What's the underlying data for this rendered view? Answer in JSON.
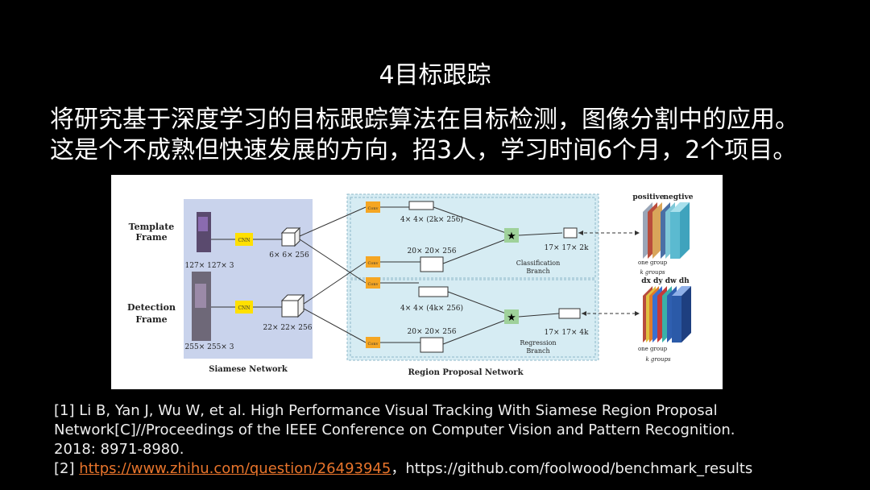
{
  "slide": {
    "title": "4目标跟踪",
    "body_lines": [
      "将研究基于深度学习的目标跟踪算法在目标检测，图像分割中的应用。",
      "这是个不成熟但快速发展的方向，招3人，学习时间6个月，2个项目。"
    ]
  },
  "figure": {
    "template_frame": "Template Frame",
    "template_frame_l1": "Template",
    "template_frame_l2": "Frame",
    "detection_frame_l1": "Detection",
    "detection_frame_l2": "Frame",
    "template_size": "127× 127× 3",
    "detection_size": "255× 255× 3",
    "cnn": "CNN",
    "template_feat": "6× 6× 256",
    "detection_feat": "22× 22× 256",
    "siamese_network": "Siamese Network",
    "conv": "Conv",
    "cls_top": "4× 4× (2k× 256)",
    "cls_bottom": "20× 20× 256",
    "cls_out": "17× 17× 2k",
    "classification_branch_l1": "Classification",
    "classification_branch_l2": "Branch",
    "reg_top": "4× 4× (4k× 256)",
    "reg_bottom": "20× 20× 256",
    "reg_out": "17× 17× 4k",
    "regression_branch_l1": "Regression",
    "regression_branch_l2": "Branch",
    "rpn": "Region Proposal Network",
    "positive": "positive",
    "negtive": "negtive",
    "one_group": "one group",
    "k_groups": "k groups",
    "reg_labels": "dx  dy dw dh",
    "star": "★"
  },
  "references": {
    "ref1_line1": "[1] Li B, Yan J, Wu W, et al. High Performance Visual Tracking With Siamese Region Proposal",
    "ref1_line2": "Network[C]//Proceedings of the IEEE Conference on Computer Vision and Pattern Recognition.",
    "ref1_line3": "2018: 8971-8980.",
    "ref2_prefix": "[2] ",
    "ref2_link": "https://www.zhihu.com/question/26493945",
    "ref2_sep": "，",
    "ref2_github": "https://github.com/foolwood/benchmark_results"
  }
}
